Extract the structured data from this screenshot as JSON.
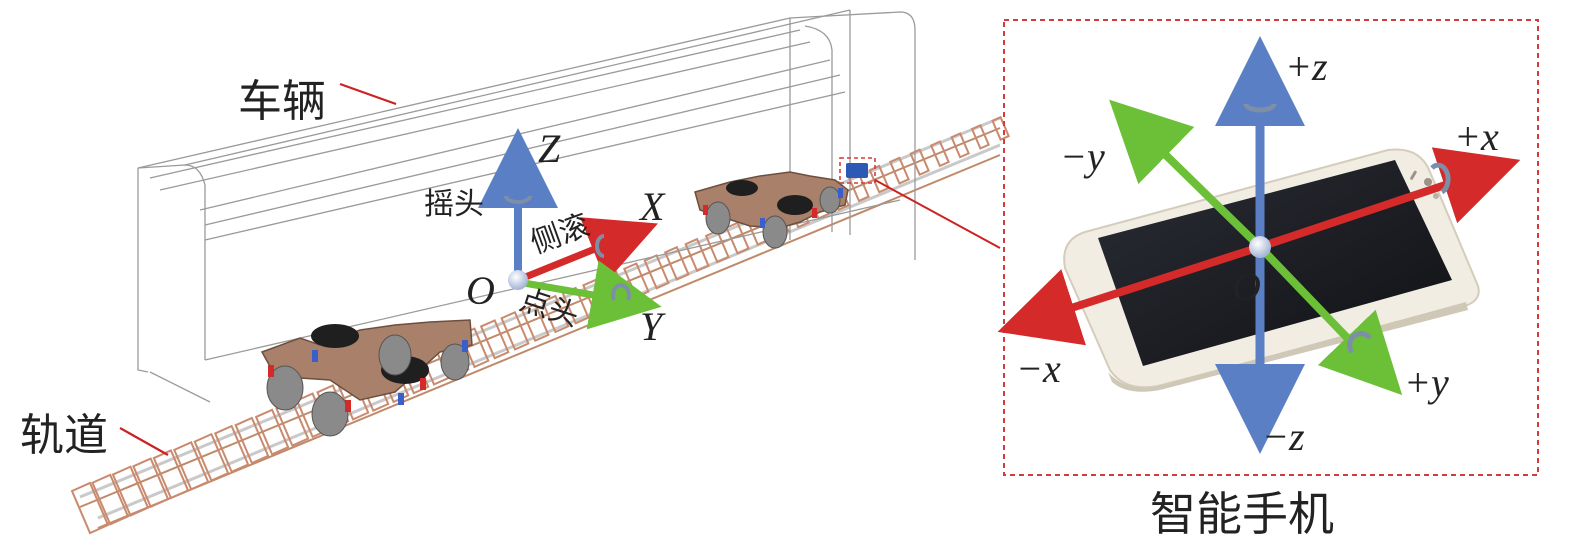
{
  "labels": {
    "vehicle": "车辆",
    "track": "轨道",
    "smartphone": "智能手机",
    "yaw": "摇头",
    "roll": "侧滚",
    "pitch": "点头",
    "origin_vehicle": "O",
    "axis_X": "X",
    "axis_Y": "Y",
    "axis_Z": "Z",
    "origin_phone": "O",
    "phone_pos_x": "+x",
    "phone_neg_x": "−x",
    "phone_pos_y": "+y",
    "phone_neg_y": "−y",
    "phone_pos_z": "+z",
    "phone_neg_z": "−z"
  },
  "colors": {
    "x_axis": "#d42a2a",
    "y_axis": "#6cc038",
    "z_axis": "#5b7fc4",
    "leader_line": "#cc2222",
    "inset_border": "#d23c3c",
    "rail": "#c08a6a",
    "bogie": "#a9806a"
  },
  "icons": {
    "rotation_arrow": "curved-rotation-arrow-icon"
  }
}
